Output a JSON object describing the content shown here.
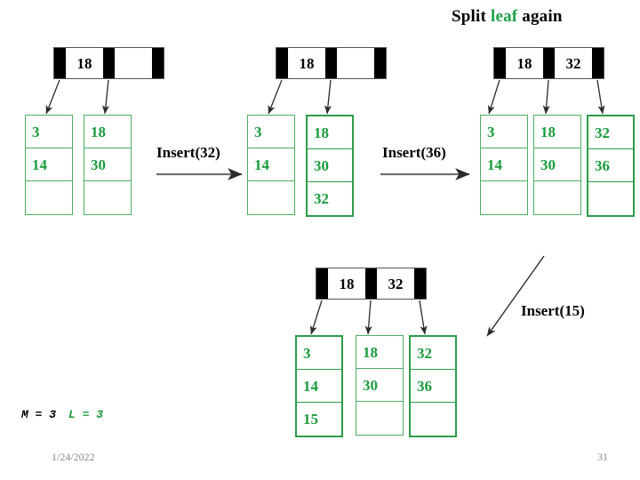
{
  "slide": {
    "title_prefix": "Split ",
    "title_highlight": "leaf",
    "title_suffix": " again",
    "colors": {
      "leaf_green": "#1a9c3d",
      "border_green": "#4fae62",
      "pointer_black": "#000000",
      "arrow_gray": "#707070",
      "footer_gray": "#8a8a8a"
    }
  },
  "params": {
    "m_label": "M = 3",
    "l_label": "L = 3"
  },
  "footer": {
    "date": "1/24/2022",
    "page": "31"
  },
  "operations": [
    {
      "name": "insert-32",
      "label": "Insert(32)"
    },
    {
      "name": "insert-36",
      "label": "Insert(36)"
    },
    {
      "name": "insert-15",
      "label": "Insert(15)"
    }
  ],
  "trees": [
    {
      "name": "tree-initial",
      "root": {
        "keys": [
          "18",
          ""
        ]
      },
      "leaves": [
        {
          "cells": [
            "3",
            "14",
            ""
          ],
          "highlight": false
        },
        {
          "cells": [
            "18",
            "30",
            ""
          ],
          "highlight": false
        }
      ]
    },
    {
      "name": "tree-after-insert-32",
      "root": {
        "keys": [
          "18",
          ""
        ]
      },
      "leaves": [
        {
          "cells": [
            "3",
            "14",
            ""
          ],
          "highlight": false
        },
        {
          "cells": [
            "18",
            "30",
            "32"
          ],
          "highlight": true
        }
      ]
    },
    {
      "name": "tree-after-insert-36",
      "root": {
        "keys": [
          "18",
          "32"
        ]
      },
      "leaves": [
        {
          "cells": [
            "3",
            "14",
            ""
          ],
          "highlight": false
        },
        {
          "cells": [
            "18",
            "30",
            ""
          ],
          "highlight": false
        },
        {
          "cells": [
            "32",
            "36",
            ""
          ],
          "highlight": true
        }
      ]
    },
    {
      "name": "tree-after-insert-15",
      "root": {
        "keys": [
          "18",
          "32"
        ]
      },
      "leaves": [
        {
          "cells": [
            "3",
            "14",
            "15"
          ],
          "highlight": true
        },
        {
          "cells": [
            "18",
            "30",
            ""
          ],
          "highlight": false
        },
        {
          "cells": [
            "32",
            "36",
            ""
          ],
          "highlight": true
        }
      ]
    }
  ]
}
